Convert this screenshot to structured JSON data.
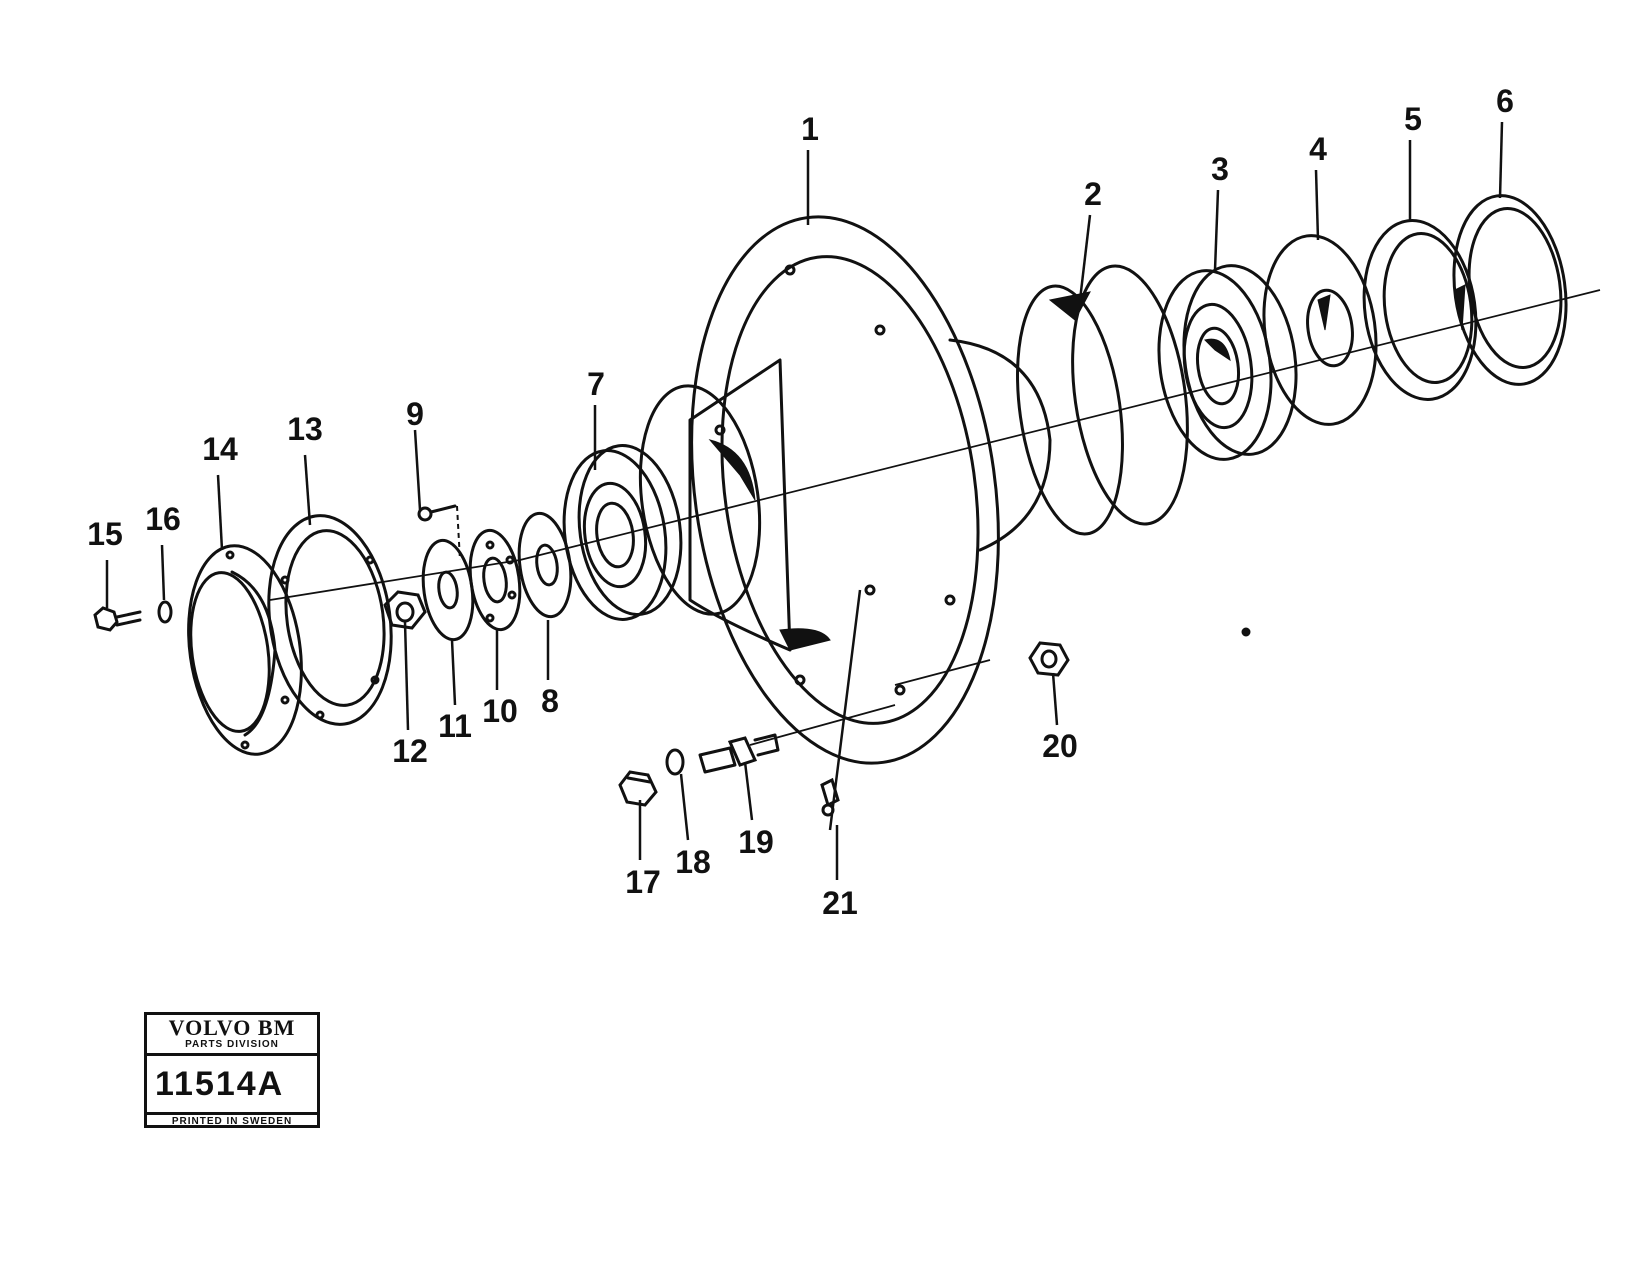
{
  "diagram": {
    "callouts": [
      "1",
      "2",
      "3",
      "4",
      "5",
      "6",
      "7",
      "8",
      "9",
      "10",
      "11",
      "12",
      "13",
      "14",
      "15",
      "16",
      "17",
      "18",
      "19",
      "20",
      "21"
    ]
  },
  "stamp": {
    "brand": "VOLVO BM",
    "division": "PARTS DIVISION",
    "number": "11514A",
    "printed": "PRINTED IN SWEDEN"
  }
}
